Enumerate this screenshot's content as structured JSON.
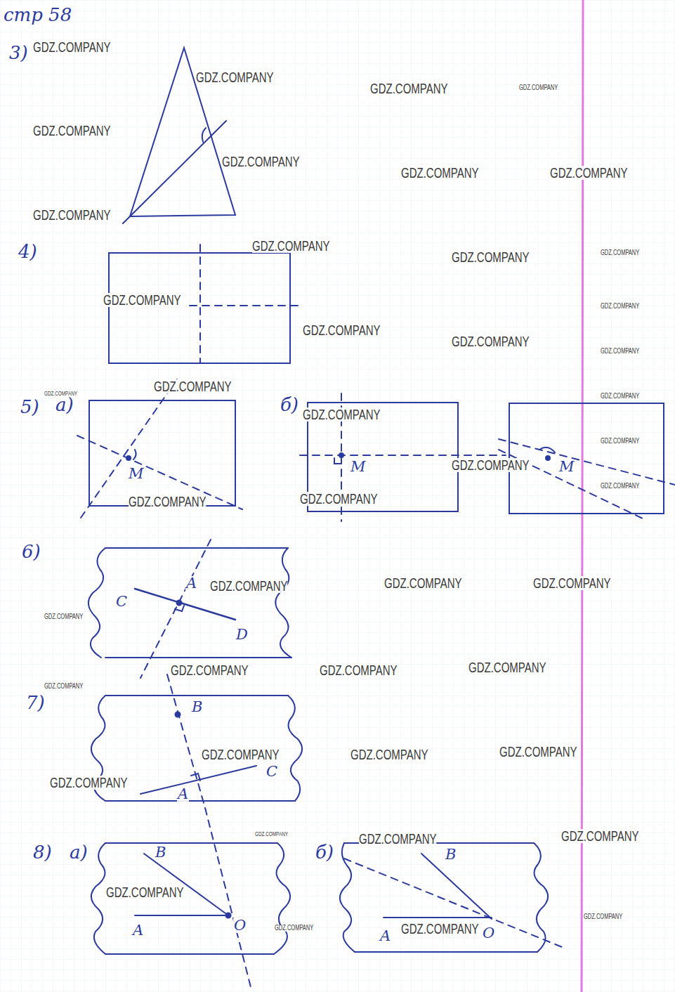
{
  "diagram": {
    "title": "стр 58",
    "labels": [
      "3)",
      "GDZ.COMPANY",
      "GDZ.COMPANY",
      "GDZ.COMPANY",
      "GDZ.COMPANY",
      "GDZ.COMPANY",
      "GDZ.COMPANY",
      "GDZ.COMPANY",
      "GDZ.COMPANY",
      "GDZ.COMPANY",
      "4)",
      "GDZ.COMPANY",
      "GDZ.COMPANY",
      "GDZ.COMPANY",
      "GDZ.COMPANY",
      "GDZ.COMPANY",
      "GDZ.COMPANY",
      "GDZ.COMPANY",
      "GDZ.COMPANY",
      "5)",
      "GDZ.COMPANY",
      "а)",
      "GDZ.COMPANY",
      "б)",
      "GDZ.COMPANY",
      "GDZ.COMPANY",
      "GDZ.COMPANY",
      "M",
      "M",
      "GDZ.COMPANY",
      "M",
      "GDZ.COMPANY",
      "GDZ.COMPANY",
      "GDZ.COMPANY",
      "6)",
      "A",
      "GDZ.COMPANY",
      "GDZ.COMPANY",
      "GDZ.COMPANY",
      "C",
      "GDZ.COMPANY",
      "D",
      "GDZ.COMPANY",
      "GDZ.COMPANY",
      "GDZ.COMPANY",
      "GDZ.COMPANY",
      "7)",
      "B",
      "GDZ.COMPANY",
      "GDZ.COMPANY",
      "GDZ.COMPANY",
      "C",
      "GDZ.COMPANY",
      "A",
      "8)",
      "а)",
      "GDZ.COMPANY",
      "B",
      "GDZ.COMPANY",
      "б)",
      "B",
      "GDZ.COMPANY",
      "GDZ.COMPANY",
      "GDZ.COMPANY",
      "A",
      "O",
      "GDZ.COMPANY",
      "A",
      "GDZ.COMPANY",
      "O"
    ]
  }
}
